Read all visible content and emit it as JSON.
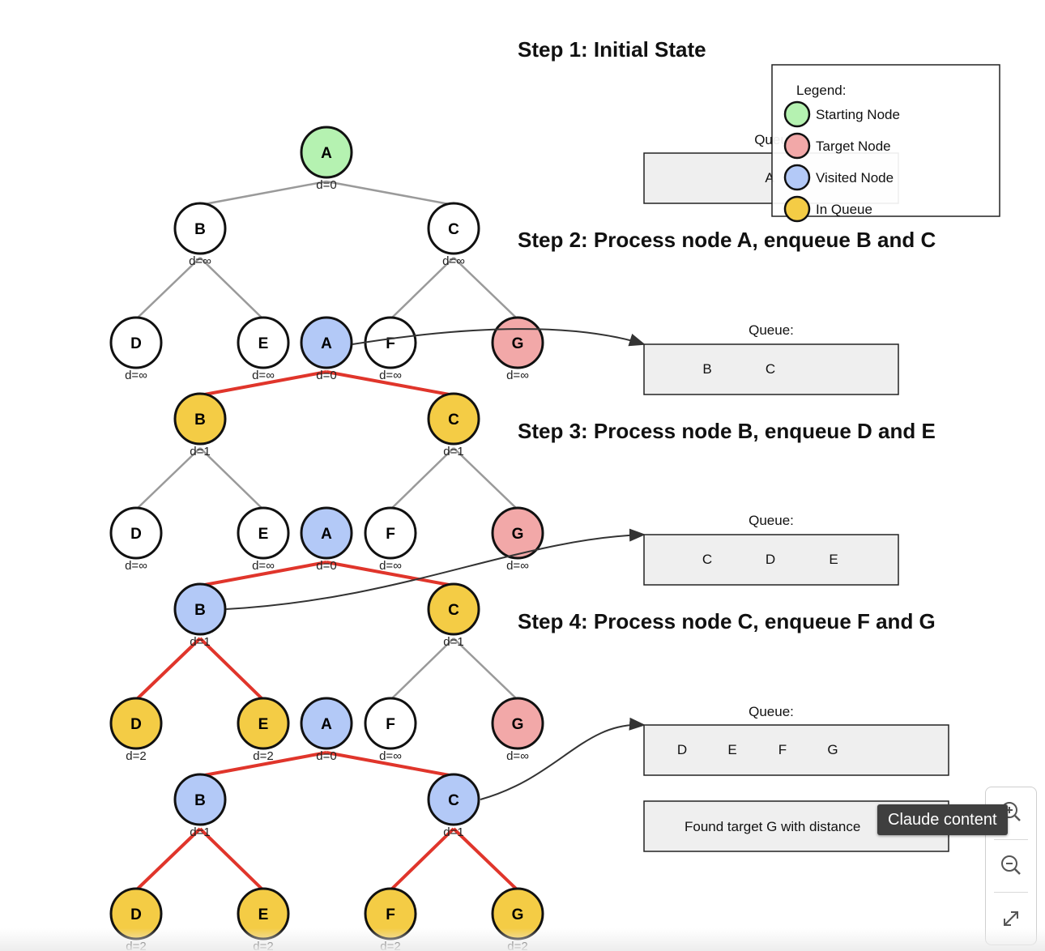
{
  "colors": {
    "start": "#b5f2b1",
    "target": "#f2a8a8",
    "visited": "#b3c9f7",
    "queue": "#f4cc45",
    "unvisited": "#ffffff",
    "edge_default": "#9a9a9a",
    "edge_active": "#e0352b",
    "queue_box": "#efefef"
  },
  "steps": [
    {
      "title": "Step 1: Initial State",
      "queue_label": "Queu",
      "queue_items": [
        "A"
      ],
      "nodes": {
        "A": {
          "state": "start",
          "dist": "d=0"
        },
        "B": {
          "state": "unvisited",
          "dist": "d=∞"
        },
        "C": {
          "state": "unvisited",
          "dist": "d=∞"
        },
        "D": {
          "state": "unvisited",
          "dist": "d=∞"
        },
        "E": {
          "state": "unvisited",
          "dist": "d=∞"
        },
        "F": {
          "state": "unvisited",
          "dist": "d=∞"
        },
        "G": {
          "state": "target",
          "dist": "d=∞"
        }
      },
      "active_edges": []
    },
    {
      "title": "Step 2: Process node A, enqueue B and C",
      "queue_label": "Queue:",
      "queue_items": [
        "B",
        "C"
      ],
      "nodes": {
        "A": {
          "state": "visited",
          "dist": "d=0"
        },
        "B": {
          "state": "queue",
          "dist": "d=1"
        },
        "C": {
          "state": "queue",
          "dist": "d=1"
        },
        "D": {
          "state": "unvisited",
          "dist": "d=∞"
        },
        "E": {
          "state": "unvisited",
          "dist": "d=∞"
        },
        "F": {
          "state": "unvisited",
          "dist": "d=∞"
        },
        "G": {
          "state": "target",
          "dist": "d=∞"
        }
      },
      "active_edges": [
        "A-B",
        "A-C"
      ]
    },
    {
      "title": "Step 3: Process node B, enqueue D and E",
      "queue_label": "Queue:",
      "queue_items": [
        "C",
        "D",
        "E"
      ],
      "nodes": {
        "A": {
          "state": "visited",
          "dist": "d=0"
        },
        "B": {
          "state": "visited",
          "dist": "d=1"
        },
        "C": {
          "state": "queue",
          "dist": "d=1"
        },
        "D": {
          "state": "queue",
          "dist": "d=2"
        },
        "E": {
          "state": "queue",
          "dist": "d=2"
        },
        "F": {
          "state": "unvisited",
          "dist": "d=∞"
        },
        "G": {
          "state": "target",
          "dist": "d=∞"
        }
      },
      "active_edges": [
        "A-B",
        "A-C",
        "B-D",
        "B-E"
      ]
    },
    {
      "title": "Step 4: Process node C, enqueue F and G",
      "queue_label": "Queue:",
      "queue_items": [
        "D",
        "E",
        "F",
        "G"
      ],
      "nodes": {
        "A": {
          "state": "visited",
          "dist": "d=0"
        },
        "B": {
          "state": "visited",
          "dist": "d=1"
        },
        "C": {
          "state": "visited",
          "dist": "d=1"
        },
        "D": {
          "state": "queue",
          "dist": "d=2"
        },
        "E": {
          "state": "queue",
          "dist": "d=2"
        },
        "F": {
          "state": "queue",
          "dist": "d=2"
        },
        "G": {
          "state": "queue",
          "dist": "d=2"
        }
      },
      "active_edges": [
        "A-B",
        "A-C",
        "B-D",
        "B-E",
        "C-F",
        "C-G"
      ]
    }
  ],
  "result_text": "Found target G with distance",
  "legend": {
    "title": "Legend:",
    "items": [
      {
        "label": "Starting Node",
        "state": "start"
      },
      {
        "label": "Target Node",
        "state": "target"
      },
      {
        "label": "Visited Node",
        "state": "visited"
      },
      {
        "label": "In Queue",
        "state": "queue"
      }
    ]
  },
  "tooltip": "Claude content",
  "zoom_controls": {
    "icons": [
      "zoom-in-icon",
      "zoom-out-icon",
      "expand-icon"
    ]
  }
}
